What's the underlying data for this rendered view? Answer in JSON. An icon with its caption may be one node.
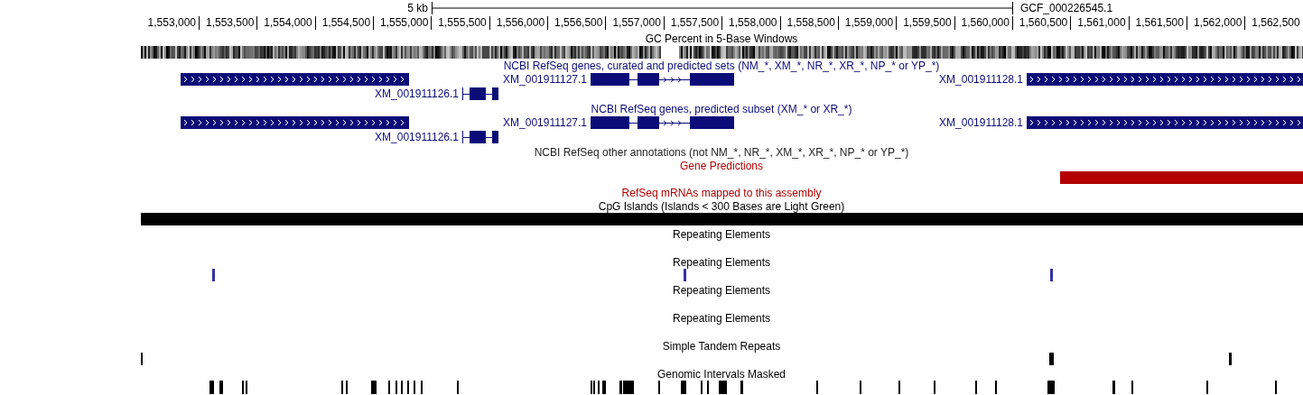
{
  "diagram": {
    "labels": [
      "5 kb",
      "GCF_000226545.1",
      "1,553,000",
      "1,553,500",
      "1,554,000",
      "1,554,500",
      "1,555,000",
      "1,555,500",
      "1,556,000",
      "1,556,500",
      "1,557,000",
      "1,557,500",
      "1,558,000",
      "1,558,500",
      "1,559,000",
      "1,559,500",
      "1,560,000",
      "1,560,500",
      "1,561,000",
      "1,561,500",
      "1,562,000",
      "1,562,500",
      "GC Percent in 5-Base Windows",
      "NCBI RefSeq genes, curated and predicted sets (NM_*, XM_*, NR_*, XR_*, NP_* or YP_*)",
      "XM_001911127.1",
      "XM_001911128.1",
      "XM_001911126.1",
      "NCBI RefSeq genes, predicted subset (XM_* or XR_*)",
      "XM_001911127.1",
      "XM_001911128.1",
      "XM_001911126.1",
      "NCBI RefSeq other annotations (not NM_*, NR_*, XM_*, XR_*, NP_* or YP_*)",
      "Gene Predictions",
      "RefSeq mRNAs mapped to this assembly",
      "CpG Islands (Islands < 300 Bases are Light Green)",
      "Repeating Elements",
      "Repeating Elements",
      "Repeating Elements",
      "Repeating Elements",
      "Simple Tandem Repeats",
      "Genomic Intervals Masked"
    ]
  }
}
